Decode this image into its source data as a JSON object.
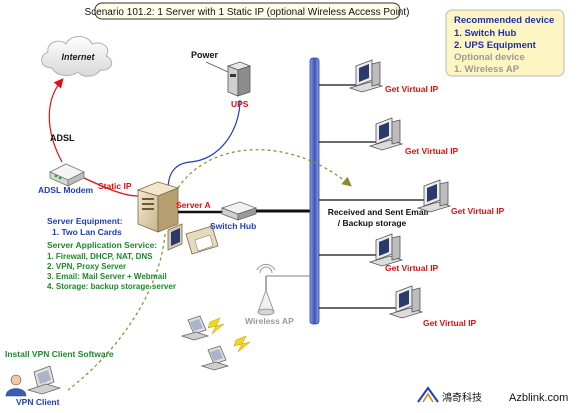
{
  "title": "Scenario 101.2: 1 Server with 1 Static IP (optional Wireless Access Point)",
  "recommended": {
    "heading": "Recommended device",
    "item1": "1. Switch Hub",
    "item2": "2. UPS Equipment",
    "optional_heading": "Optional device",
    "optional_item": "1. Wireless AP"
  },
  "labels": {
    "internet": "Internet",
    "adsl": "ADSL",
    "adsl_modem": "ADSL Modem",
    "static_ip": "Static IP",
    "power": "Power",
    "ups": "UPS",
    "server_a": "Server A",
    "switch_hub": "Switch Hub",
    "received_sent_line1": "Received and Sent Email",
    "received_sent_line2": "/ Backup storage",
    "wireless_ap": "Wireless AP",
    "install_vpn": "Install VPN Client Software",
    "vpn_client": "VPN Client"
  },
  "server_equipment": {
    "heading": "Server Equipment:",
    "item1": "1. Two Lan Cards"
  },
  "server_services": {
    "heading": "Server Application Service:",
    "items": [
      "1. Firewall, DHCP, NAT, DNS",
      "2. VPN, Proxy Server",
      "3. Email: Mail Server + Webmail",
      "4. Storage: backup storage server"
    ]
  },
  "clients": [
    {
      "label": "Get Virtual IP"
    },
    {
      "label": "Get Virtual IP"
    },
    {
      "label": "Get Virtual IP"
    },
    {
      "label": "Get Virtual IP"
    },
    {
      "label": "Get Virtual IP"
    }
  ],
  "watermark": {
    "cn": "鴻奇科技",
    "site": "Azblink.com"
  },
  "colors": {
    "title_border": "#333333",
    "rec_box_bg": "#fdf6c3",
    "rec_text_blue": "#1f2fa8",
    "rec_text_gray": "#9a9a9a",
    "red": "#e01010",
    "blue": "#1f3fb4",
    "green": "#1a8a2a",
    "backbone": "#3b53b8",
    "dashed_olive": "#8a8a2a"
  }
}
